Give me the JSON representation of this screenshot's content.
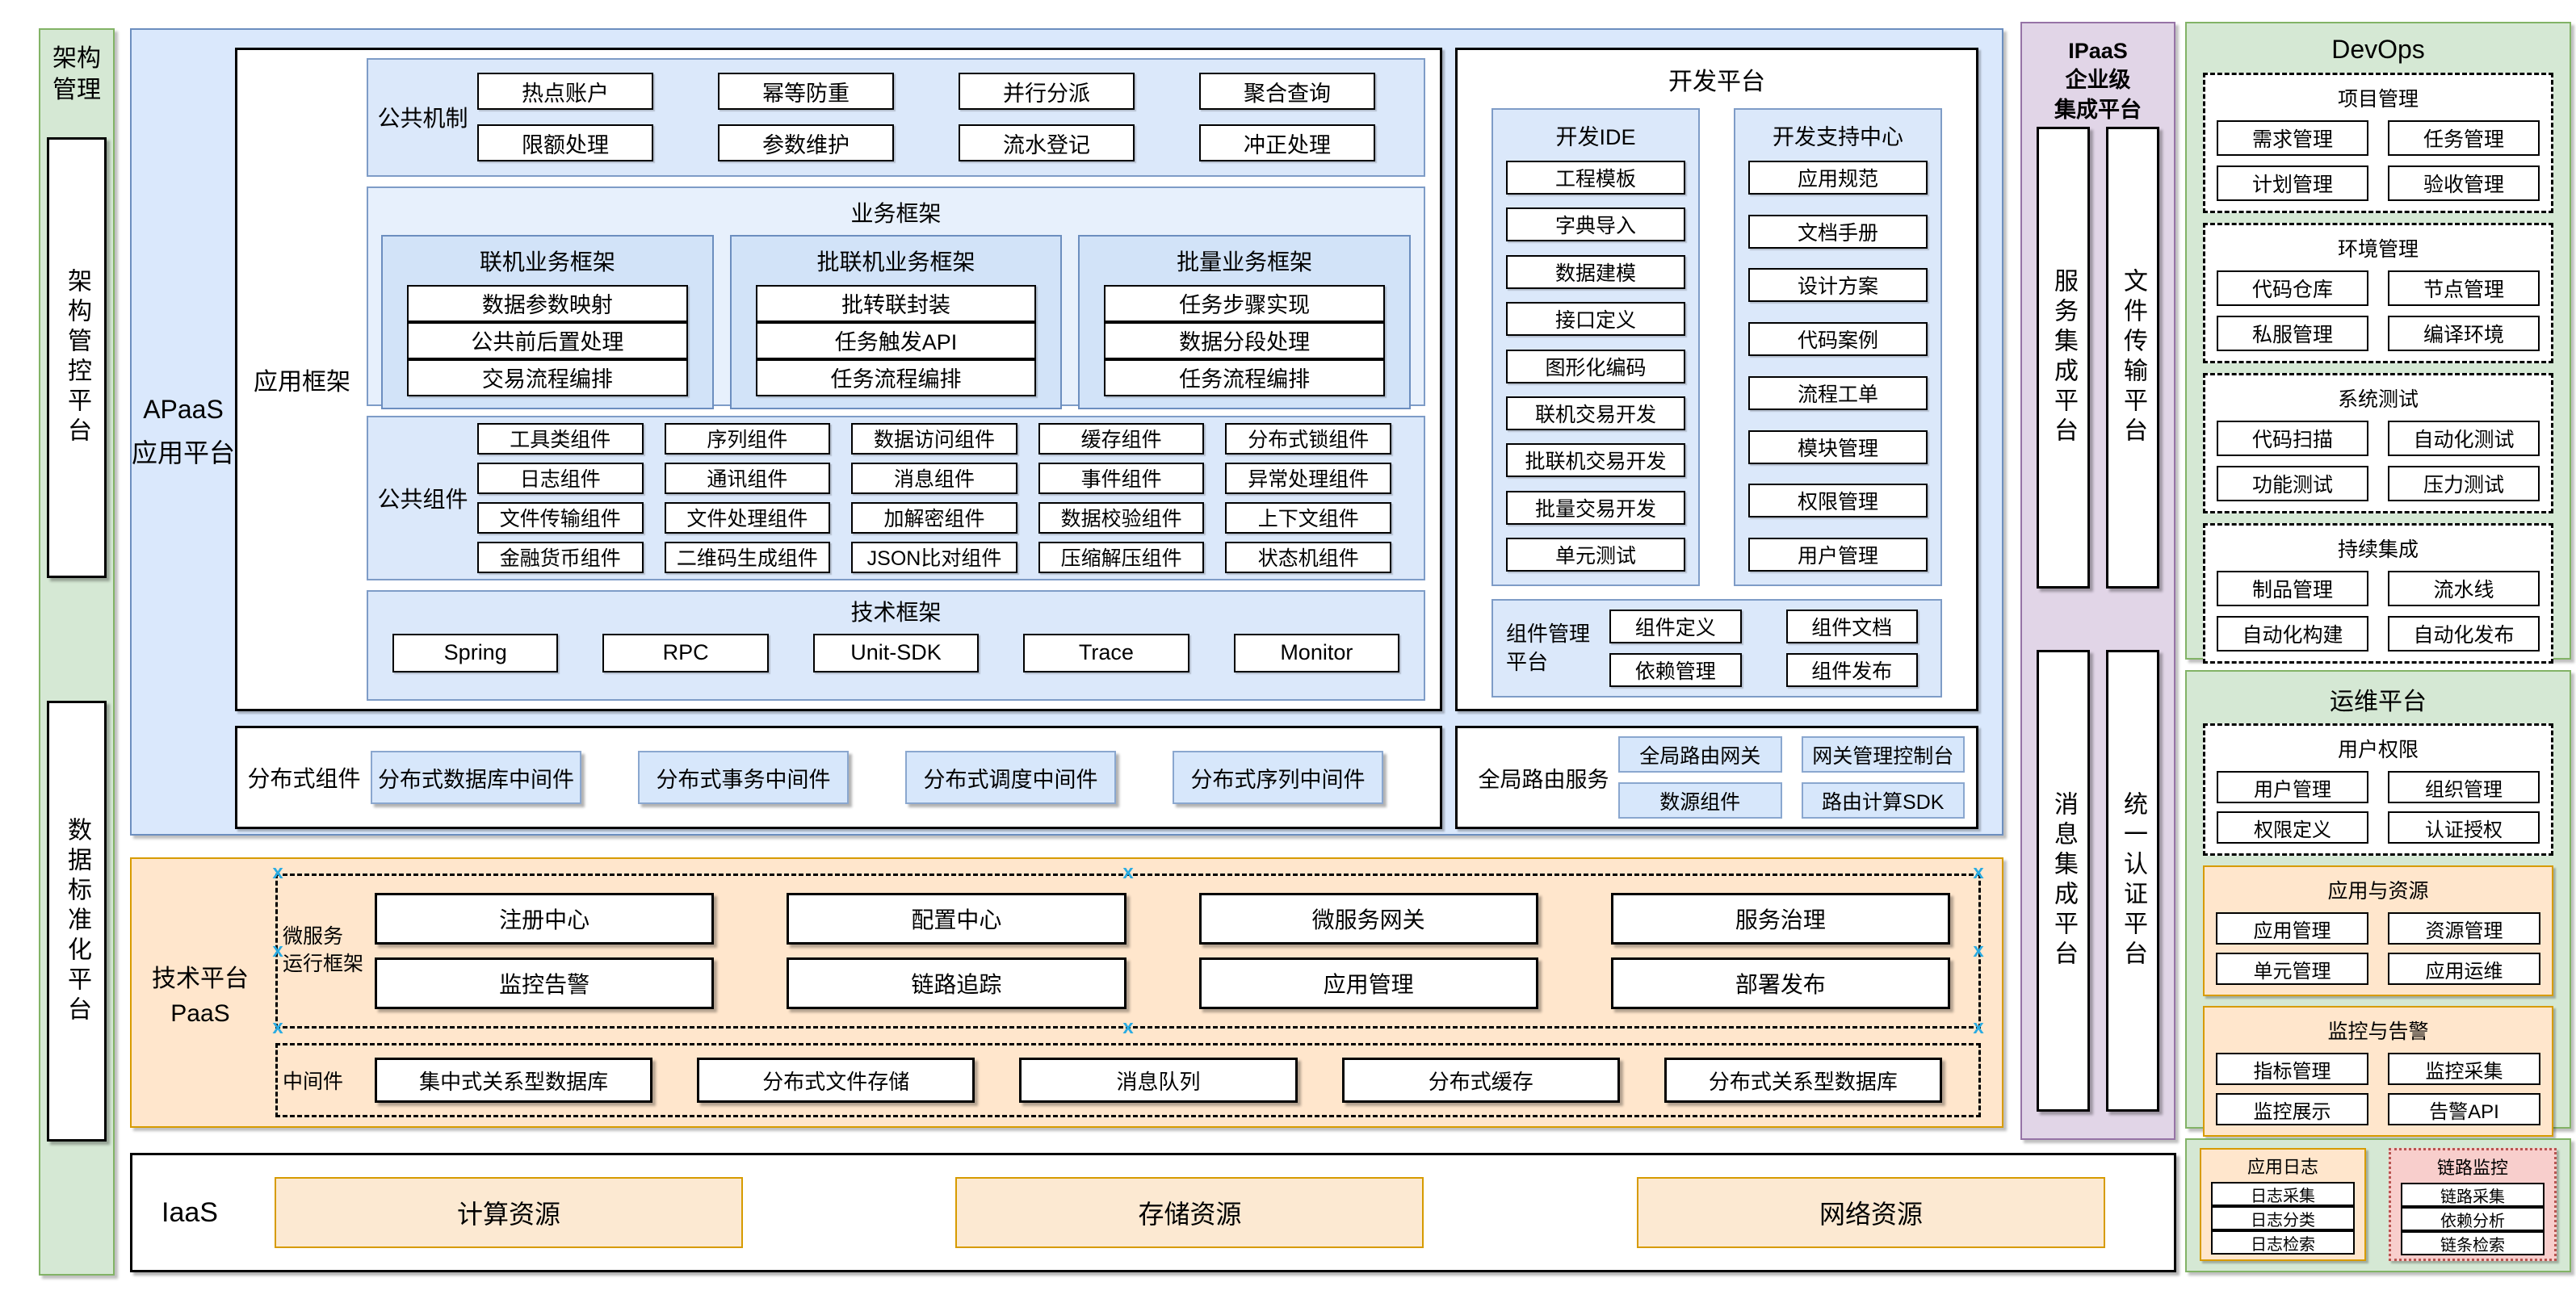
{
  "colors": {
    "blue_fill": "#dae8fc",
    "blue_border": "#6c8ebf",
    "orange_fill": "#ffe6cc",
    "orange_border": "#d79b00",
    "green_fill": "#d5e8d4",
    "green_border": "#82b366",
    "purple_fill": "#e1d5e7",
    "purple_border": "#9673a6",
    "pink_fill": "#f8cecc",
    "pink_border": "#b85450",
    "handle": "#29abe2"
  },
  "left_rail": {
    "title": "架构管理",
    "bars": [
      "架构管控平台",
      "数据标准化平台"
    ]
  },
  "apaas": {
    "label_line1": "APaaS",
    "label_line2": "应用平台",
    "app_framework": {
      "label": "应用框架",
      "common_mechanism": {
        "label": "公共机制",
        "items": [
          "热点账户",
          "幂等防重",
          "并行分派",
          "聚合查询",
          "限额处理",
          "参数维护",
          "流水登记",
          "冲正处理"
        ]
      },
      "business_framework": {
        "title": "业务框架",
        "groups": [
          {
            "title": "联机业务框架",
            "items": [
              "数据参数映射",
              "公共前后置处理",
              "交易流程编排"
            ]
          },
          {
            "title": "批联机业务框架",
            "items": [
              "批转联封装",
              "任务触发API",
              "任务流程编排"
            ]
          },
          {
            "title": "批量业务框架",
            "items": [
              "任务步骤实现",
              "数据分段处理",
              "任务流程编排"
            ]
          }
        ]
      },
      "common_components": {
        "label": "公共组件",
        "items": [
          "工具类组件",
          "序列组件",
          "数据访问组件",
          "缓存组件",
          "分布式锁组件",
          "日志组件",
          "通讯组件",
          "消息组件",
          "事件组件",
          "异常处理组件",
          "文件传输组件",
          "文件处理组件",
          "加解密组件",
          "数据校验组件",
          "上下文组件",
          "金融货币组件",
          "二维码生成组件",
          "JSON比对组件",
          "压缩解压组件",
          "状态机组件"
        ]
      },
      "tech_framework": {
        "title": "技术框架",
        "items": [
          "Spring",
          "RPC",
          "Unit-SDK",
          "Trace",
          "Monitor"
        ]
      }
    },
    "dev_platform": {
      "title": "开发平台",
      "ide": {
        "title": "开发IDE",
        "items": [
          "工程模板",
          "字典导入",
          "数据建模",
          "接口定义",
          "图形化编码",
          "联机交易开发",
          "批联机交易开发",
          "批量交易开发",
          "单元测试"
        ]
      },
      "support": {
        "title": "开发支持中心",
        "items": [
          "应用规范",
          "文档手册",
          "设计方案",
          "代码案例",
          "流程工单",
          "模块管理",
          "权限管理",
          "用户管理"
        ]
      },
      "component_mgmt": {
        "label": "组件管理平台",
        "items": [
          "组件定义",
          "组件文档",
          "依赖管理",
          "组件发布"
        ]
      }
    },
    "distributed": {
      "label": "分布式组件",
      "items": [
        "分布式数据库中间件",
        "分布式事务中间件",
        "分布式调度中间件",
        "分布式序列中间件"
      ]
    },
    "routing": {
      "label": "全局路由服务",
      "items": [
        "全局路由网关",
        "网关管理控制台",
        "数源组件",
        "路由计算SDK"
      ]
    }
  },
  "paas": {
    "label_line1": "技术平台",
    "label_line2": "PaaS",
    "microservice": {
      "label_line1": "微服务",
      "label_line2": "运行框架",
      "items": [
        "注册中心",
        "配置中心",
        "微服务网关",
        "服务治理",
        "监控告警",
        "链路追踪",
        "应用管理",
        "部署发布"
      ]
    },
    "middleware": {
      "label": "中间件",
      "items": [
        "集中式关系型数据库",
        "分布式文件存储",
        "消息队列",
        "分布式缓存",
        "分布式关系型数据库"
      ]
    }
  },
  "iaas": {
    "label": "IaaS",
    "items": [
      "计算资源",
      "存储资源",
      "网络资源"
    ]
  },
  "ipaas": {
    "title_lines": [
      "IPaaS",
      "企业级",
      "集成平台"
    ],
    "bars": [
      "服务集成平台",
      "文件传输平台",
      "消息集成平台",
      "统一认证平台"
    ]
  },
  "devops": {
    "title": "DevOps",
    "groups": [
      {
        "title": "项目管理",
        "items": [
          "需求管理",
          "任务管理",
          "计划管理",
          "验收管理"
        ]
      },
      {
        "title": "环境管理",
        "items": [
          "代码仓库",
          "节点管理",
          "私服管理",
          "编译环境"
        ]
      },
      {
        "title": "系统测试",
        "items": [
          "代码扫描",
          "自动化测试",
          "功能测试",
          "压力测试"
        ]
      },
      {
        "title": "持续集成",
        "items": [
          "制品管理",
          "流水线",
          "自动化构建",
          "自动化发布"
        ]
      }
    ]
  },
  "ops": {
    "title": "运维平台",
    "groups": [
      {
        "title": "用户权限",
        "items": [
          "用户管理",
          "组织管理",
          "权限定义",
          "认证授权"
        ]
      },
      {
        "title": "应用与资源",
        "items": [
          "应用管理",
          "资源管理",
          "单元管理",
          "应用运维"
        ]
      },
      {
        "title": "监控与告警",
        "items": [
          "指标管理",
          "监控采集",
          "监控展示",
          "告警API"
        ]
      }
    ]
  },
  "logs": {
    "app_log": {
      "title": "应用日志",
      "items": [
        "日志采集",
        "日志分类",
        "日志检索"
      ]
    },
    "trace_monitor": {
      "title": "链路监控",
      "items": [
        "链路采集",
        "依赖分析",
        "链条检索"
      ]
    }
  }
}
